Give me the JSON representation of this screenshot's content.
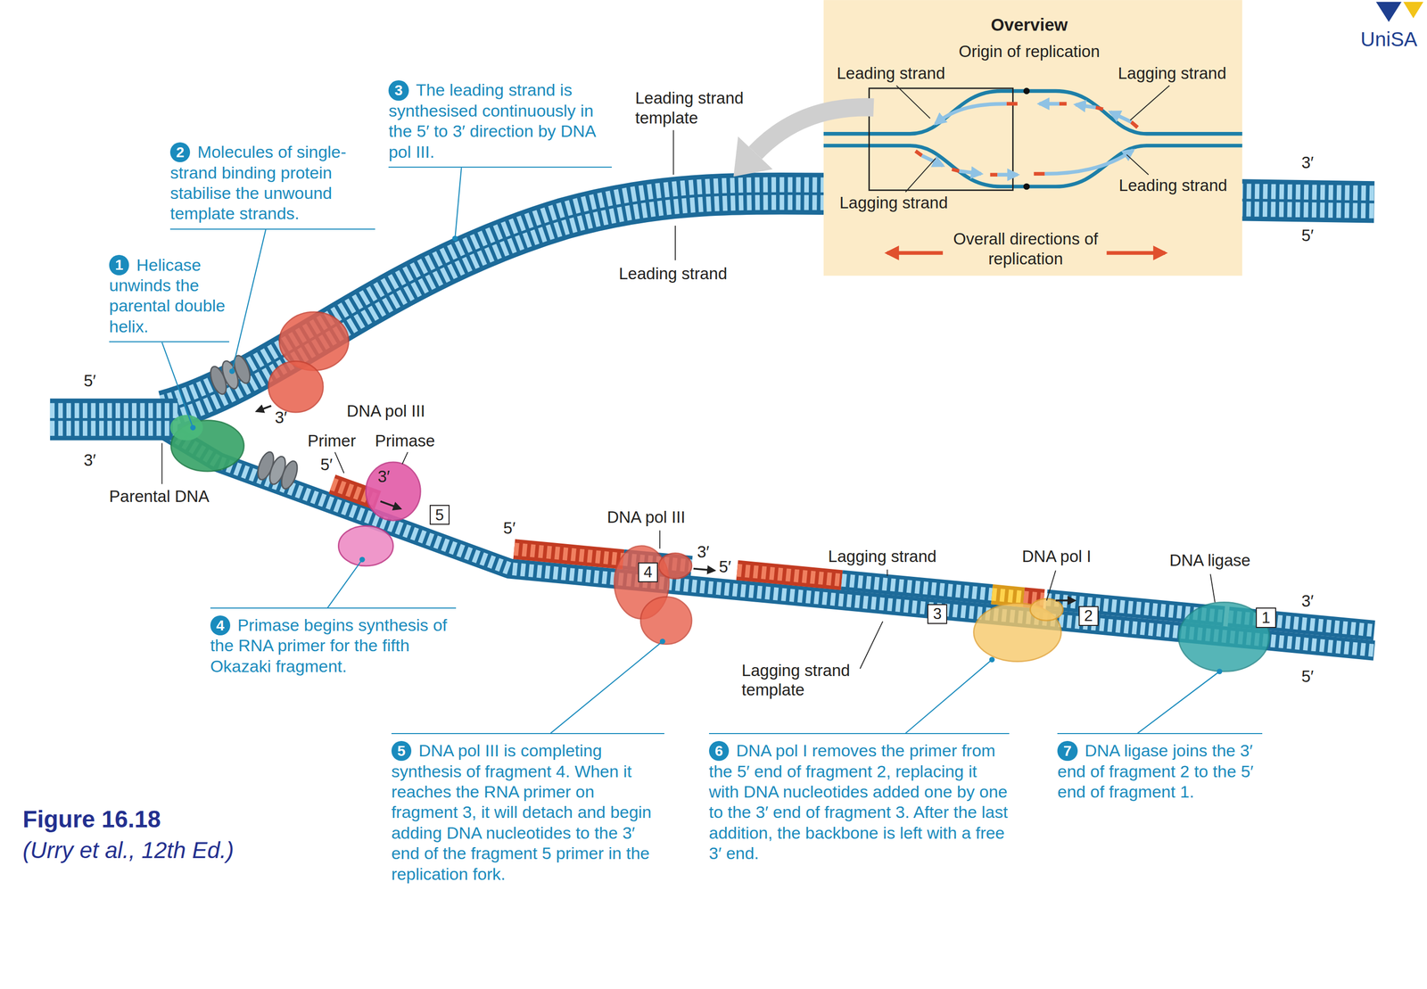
{
  "diagram": {
    "caption": "Figure 16.18",
    "nodes": [
      {
        "text": [
          "Overview",
          "Origin of replication",
          "Leading strand",
          "Lagging strand",
          "Lagging strand",
          "Leading strand",
          "Overall directions of replication"
        ]
      },
      {
        "text": [
          "1",
          "Helicase unwinds the parental double helix."
        ]
      },
      {
        "text": [
          "2",
          "Molecules of single-strand binding protein stabilise the unwound template strands."
        ]
      },
      {
        "text": [
          "3",
          "The leading strand is synthesised continuously in the 5′ to 3′ direction by DNA pol III."
        ]
      },
      {
        "text": [
          "4",
          "Primase begins synthesis of the RNA primer for the fifth Okazaki fragment."
        ]
      },
      {
        "text": [
          "5",
          "DNA pol III is completing synthesis of fragment 4. When it reaches the RNA primer on fragment 3, it will detach and begin adding DNA nucleotides to the 3′ end of the fragment 5 primer in the replication fork."
        ]
      },
      {
        "text": [
          "6",
          "DNA pol I removes the primer from the 5′ end of fragment 2, replacing it with DNA nucleotides added one by one to the 3′ end of fragment 3. After the last addition, the backbone is left with a free 3′ end."
        ]
      },
      {
        "text": [
          "7",
          "DNA ligase joins the 3′ end of fragment 2 to the 5′ end of fragment 1."
        ]
      },
      {
        "text": [
          "5"
        ]
      },
      {
        "text": [
          "4"
        ]
      },
      {
        "text": [
          "3"
        ]
      },
      {
        "text": [
          "2"
        ]
      },
      {
        "text": [
          "1"
        ]
      }
    ],
    "labels": [
      "Leading strand template",
      "Leading strand",
      "5′",
      "3′",
      "3′",
      "DNA pol III",
      "Primer",
      "Primase",
      "5′",
      "3′",
      "Parental DNA",
      "5′",
      "DNA pol III",
      "3′",
      "5′",
      "Lagging strand",
      "Lagging strand template",
      "DNA pol I",
      "DNA ligase",
      "3′",
      "5′",
      "3′",
      "5′",
      "(Urry et al., 12th Ed.)",
      "UniSA"
    ]
  }
}
